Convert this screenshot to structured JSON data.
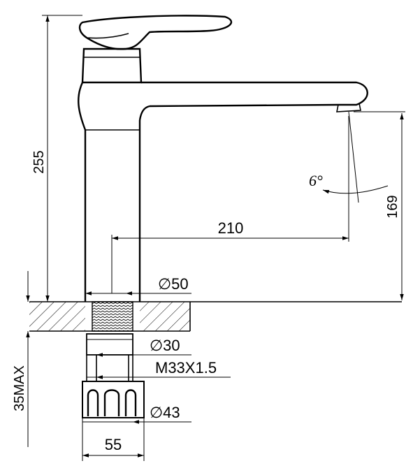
{
  "diagram": {
    "type": "technical-drawing",
    "subject": "single-lever basin faucet",
    "labels": {
      "height_total": "255",
      "spout_height": "169",
      "spout_reach": "210",
      "base_diameter": "∅50",
      "thread_diameter": "∅30",
      "thread_spec": "M33X1.5",
      "nut_diameter": "∅43",
      "nut_width": "55",
      "max_thickness": "35MAX",
      "flow_angle": "6°"
    }
  }
}
